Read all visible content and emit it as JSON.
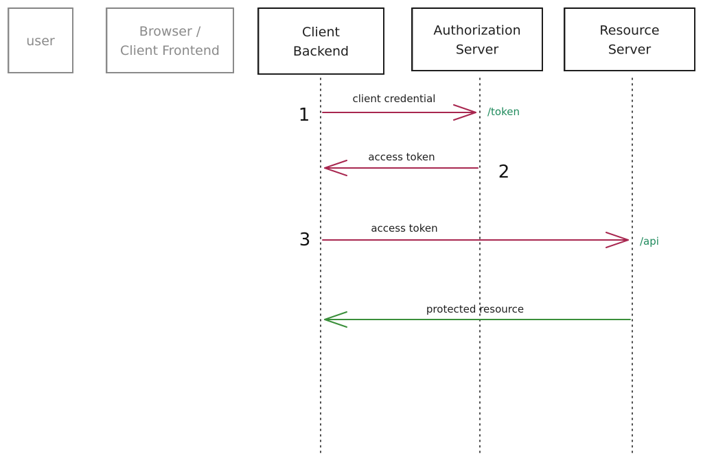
{
  "colors": {
    "ink": "#1e1e1e",
    "grey": "#8a8a8a",
    "request": "#a8264f",
    "response": "#3a8f3a",
    "endpoint": "#1f8a5c"
  },
  "participants": [
    {
      "key": "user",
      "lines": [
        "user"
      ],
      "muted": true
    },
    {
      "key": "frontend",
      "lines": [
        "Browser /",
        "Client Frontend"
      ],
      "muted": true
    },
    {
      "key": "backend",
      "lines": [
        "Client",
        "Backend"
      ],
      "muted": false
    },
    {
      "key": "auth",
      "lines": [
        "Authorization",
        "Server"
      ],
      "muted": false
    },
    {
      "key": "resource",
      "lines": [
        "Resource",
        "Server"
      ],
      "muted": false
    }
  ],
  "messages": [
    {
      "number": "1",
      "label": "client credential",
      "from": "backend",
      "to": "auth",
      "kind": "request",
      "endpoint": "/token"
    },
    {
      "number": "2",
      "label": "access token",
      "from": "auth",
      "to": "backend",
      "kind": "request",
      "endpoint": ""
    },
    {
      "number": "3",
      "label": "access token",
      "from": "backend",
      "to": "resource",
      "kind": "request",
      "endpoint": "/api"
    },
    {
      "number": "",
      "label": "protected resource",
      "from": "resource",
      "to": "backend",
      "kind": "response",
      "endpoint": ""
    }
  ]
}
